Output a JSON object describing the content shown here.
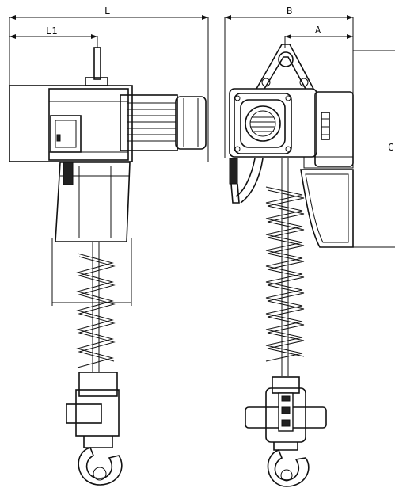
{
  "dimensions": {
    "length_overall": "L",
    "length_to_hook": "L1",
    "width": "B",
    "offset": "A",
    "height": "C"
  },
  "colors": {
    "line": "#111111",
    "background": "#ffffff"
  }
}
